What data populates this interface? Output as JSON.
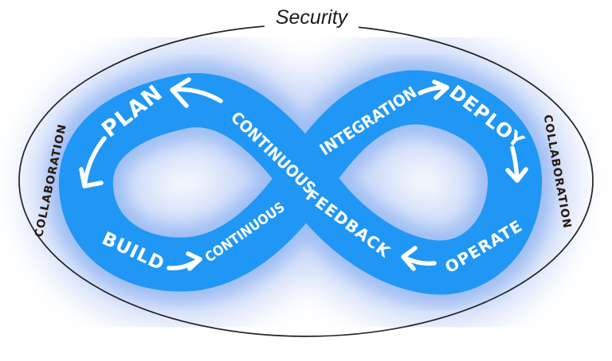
{
  "diagram": {
    "title": "Security",
    "loop_labels": {
      "plan": "PLAN",
      "build": "BUILD",
      "ci_continuous": "CONTINUOUS",
      "ci_integration": "INTEGRATION",
      "deploy": "DEPLOY",
      "operate": "OPERATE",
      "cf_continuous": "CONTINUOUS",
      "cf_feedback": "FEEDBACK"
    },
    "side_labels": {
      "left": "COLLABORATION",
      "right": "COLLABORATION"
    },
    "flow_arrows": [
      {
        "after": "PLAN",
        "direction": "left"
      },
      {
        "position": "left-side",
        "direction": "down-left"
      },
      {
        "after": "BUILD",
        "direction": "right"
      },
      {
        "after": "INTEGRATION",
        "direction": "right"
      },
      {
        "after": "DEPLOY",
        "direction": "down"
      },
      {
        "before": "OPERATE",
        "direction": "left"
      }
    ],
    "colors": {
      "band": "#2097f4",
      "glow_inner": "#9dbdf3",
      "glow_outer": "#c6d6f8",
      "band_text": "#ffffff",
      "outline": "#222222",
      "side_text": "#2a190f",
      "title_text": "#1b1b1b"
    }
  }
}
